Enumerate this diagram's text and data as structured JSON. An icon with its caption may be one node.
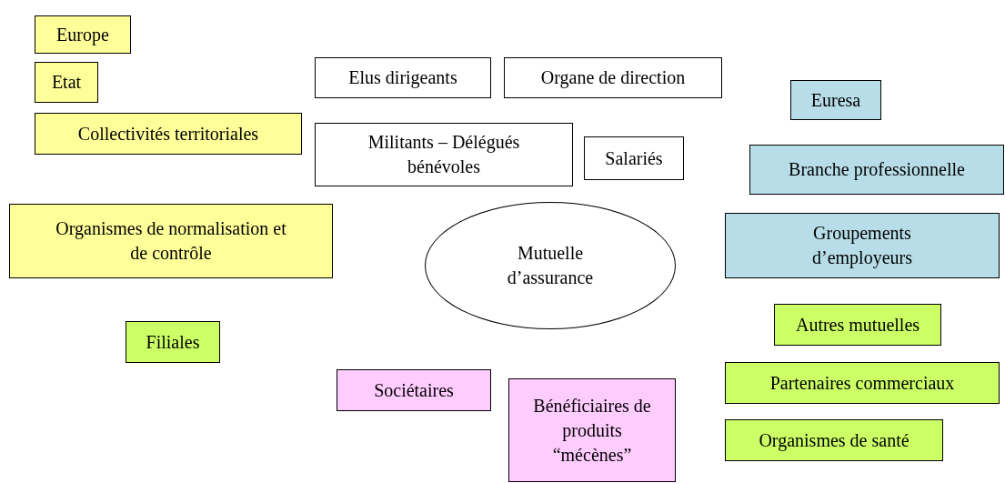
{
  "diagram": {
    "nodes": [
      {
        "text": [
          "Europe"
        ]
      },
      {
        "text": [
          "Etat"
        ]
      },
      {
        "text": [
          "Collectivités territoriales"
        ]
      },
      {
        "text": [
          "Elus dirigeants"
        ]
      },
      {
        "text": [
          "Organe de direction"
        ]
      },
      {
        "text": [
          "Militants – Délégués bénévoles"
        ]
      },
      {
        "text": [
          "Salariés"
        ]
      },
      {
        "text": [
          "Euresa"
        ]
      },
      {
        "text": [
          "Branche professionnelle"
        ]
      },
      {
        "text": [
          "Organismes de normalisation et de contrôle"
        ]
      },
      {
        "text": [
          "Mutuelle d’assurance"
        ]
      },
      {
        "text": [
          "Groupements d’employeurs"
        ]
      },
      {
        "text": [
          "Filiales"
        ]
      },
      {
        "text": [
          "Autres mutuelles"
        ]
      },
      {
        "text": [
          "Sociétaires"
        ]
      },
      {
        "text": [
          "Bénéficiaires de produits “mécènes”"
        ]
      },
      {
        "text": [
          "Partenaires commerciaux"
        ]
      },
      {
        "text": [
          "Organismes de santé"
        ]
      }
    ]
  }
}
